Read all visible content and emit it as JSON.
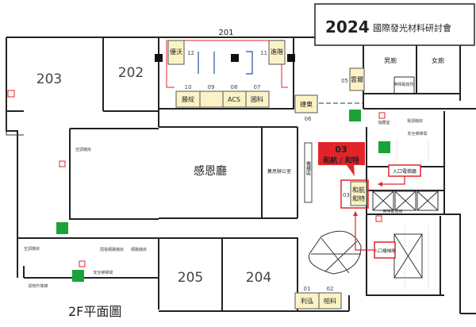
{
  "header": {
    "year": "2024",
    "title": "國際發光材料研討會"
  },
  "floor_label": "2F平面圖",
  "rooms": {
    "r201": "201",
    "r202": "202",
    "r203": "203",
    "r204": "204",
    "r205": "205",
    "hall": "感恩廳",
    "office": "集思辦公室",
    "men": "男廁",
    "women": "女廁",
    "accessible_toilet": "無障礙廁所",
    "cabinet": "機櫃區",
    "ac_room": "空調機房",
    "ac_room2": "空調機房",
    "power_room": "弱電網路機房",
    "network_room": "網路機房",
    "cargo_lift": "貨物升降梯",
    "safe_stair": "安全梯梯間",
    "safe_stair2": "安全梯梯間",
    "accessible_lift": "無障礙電梯",
    "control_room": "儲藏室",
    "power2": "電源機房"
  },
  "booths": [
    {
      "no": "12",
      "name": "優沃"
    },
    {
      "no": "11",
      "name": "進階"
    },
    {
      "no": "10",
      "name": "勝綻"
    },
    {
      "no": "09",
      "name": ""
    },
    {
      "no": "08",
      "name": "ACS"
    },
    {
      "no": "07",
      "name": "國科"
    },
    {
      "no": "06",
      "name": "捷東"
    },
    {
      "no": "05",
      "name": "雲爾"
    },
    {
      "no": "03",
      "name": "和航\n和特"
    },
    {
      "no": "01",
      "name": "利泓"
    },
    {
      "no": "02",
      "name": "帕料"
    }
  ],
  "callout": {
    "no": "03",
    "name": "和航 / 和特",
    "color": "#e3232a"
  },
  "signs": {
    "elevator_entrance": "入口電梯廳",
    "stair_entrance": "入口樓梯間"
  },
  "colors": {
    "booth": "#fbf3c6",
    "accent": "#e3232a",
    "exit": "#1aa33a"
  }
}
